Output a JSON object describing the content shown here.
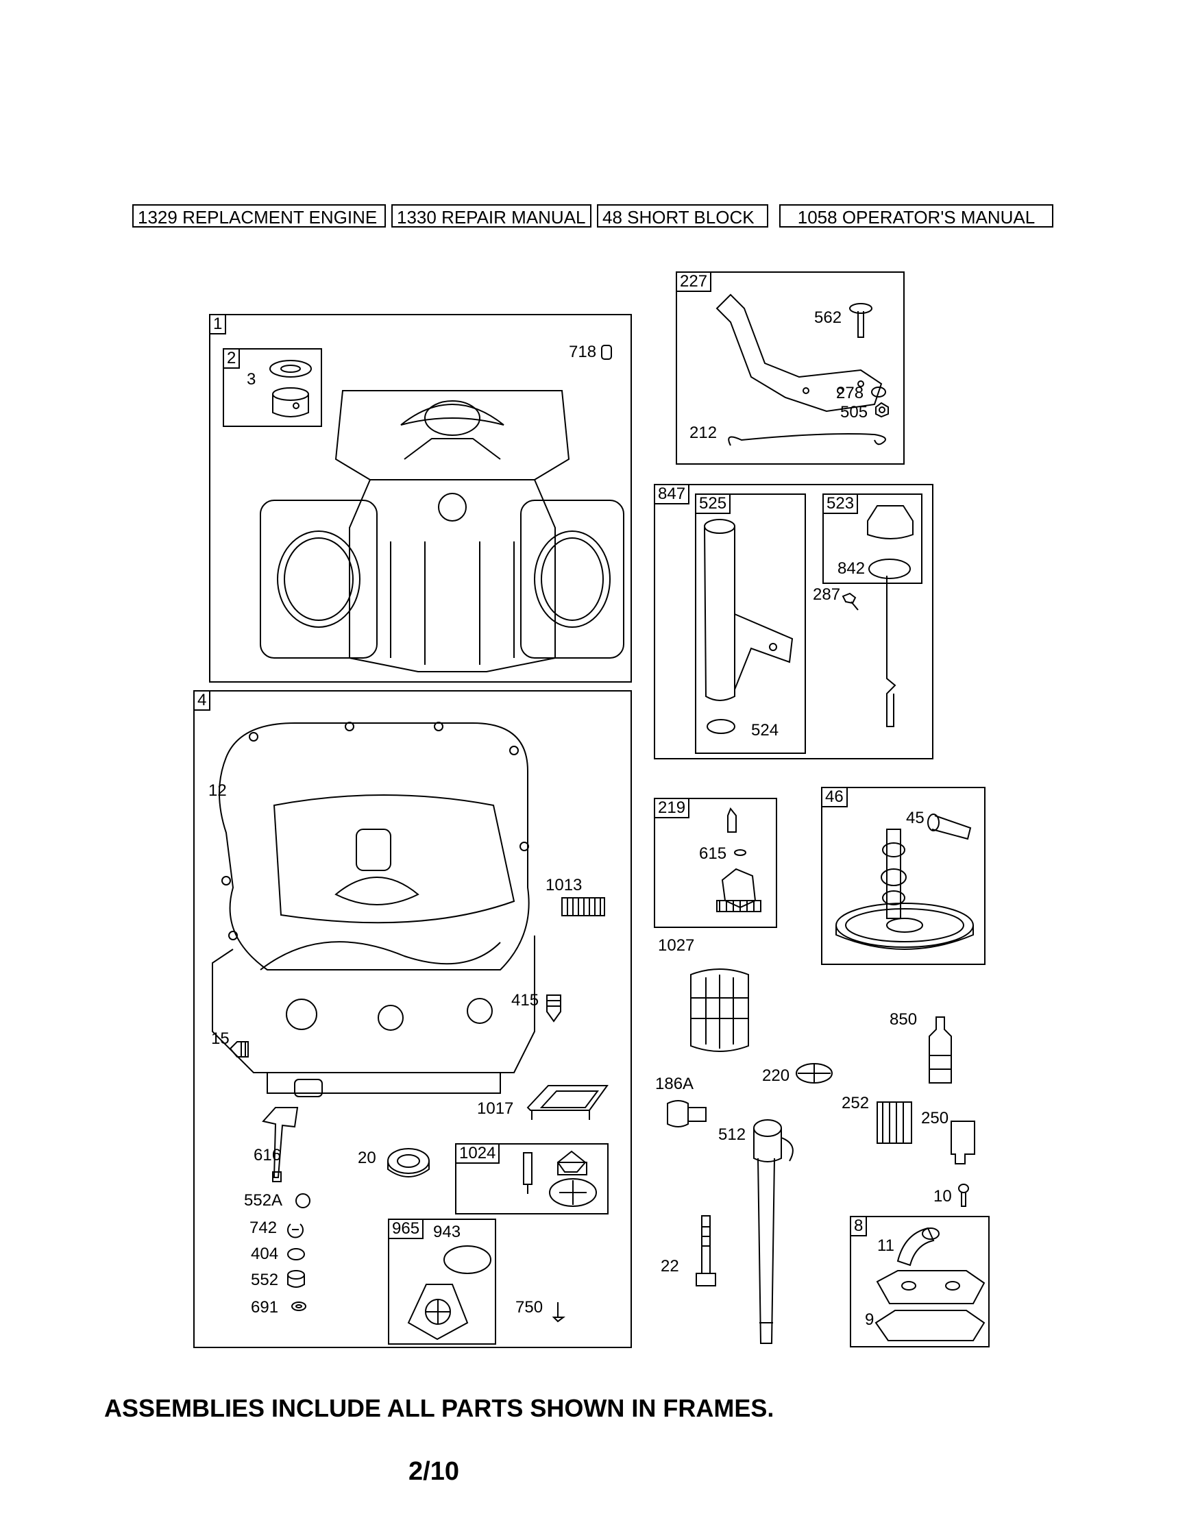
{
  "header": {
    "buttons": [
      {
        "label": "1329 REPLACMENT ENGINE"
      },
      {
        "label": "1330 REPAIR MANUAL"
      },
      {
        "label": "48 SHORT BLOCK"
      },
      {
        "label": "1058 OPERATOR'S MANUAL"
      }
    ]
  },
  "frames": {
    "f1": "1",
    "f2": "2",
    "f4": "4",
    "f227": "227",
    "f847": "847",
    "f525": "525",
    "f523": "523",
    "f219": "219",
    "f46": "46",
    "f1024": "1024",
    "f965": "965",
    "f8": "8"
  },
  "labels": {
    "p3": "3",
    "p718": "718",
    "p562": "562",
    "p278": "278",
    "p505": "505",
    "p212": "212",
    "p842": "842",
    "p287": "287",
    "p524": "524",
    "p12": "12",
    "p1013": "1013",
    "p615": "615",
    "p45": "45",
    "p1027": "1027",
    "p415": "415",
    "p15": "15",
    "p850": "850",
    "p186A": "186A",
    "p220": "220",
    "p252": "252",
    "p1017": "1017",
    "p512": "512",
    "p250": "250",
    "p616": "616",
    "p20": "20",
    "p552A": "552A",
    "p742": "742",
    "p404": "404",
    "p552": "552",
    "p691": "691",
    "p943": "943",
    "p750": "750",
    "p22": "22",
    "p10": "10",
    "p11": "11",
    "p9": "9"
  },
  "footer": {
    "note": "ASSEMBLIES INCLUDE ALL PARTS SHOWN IN FRAMES.",
    "page": "2/10"
  }
}
